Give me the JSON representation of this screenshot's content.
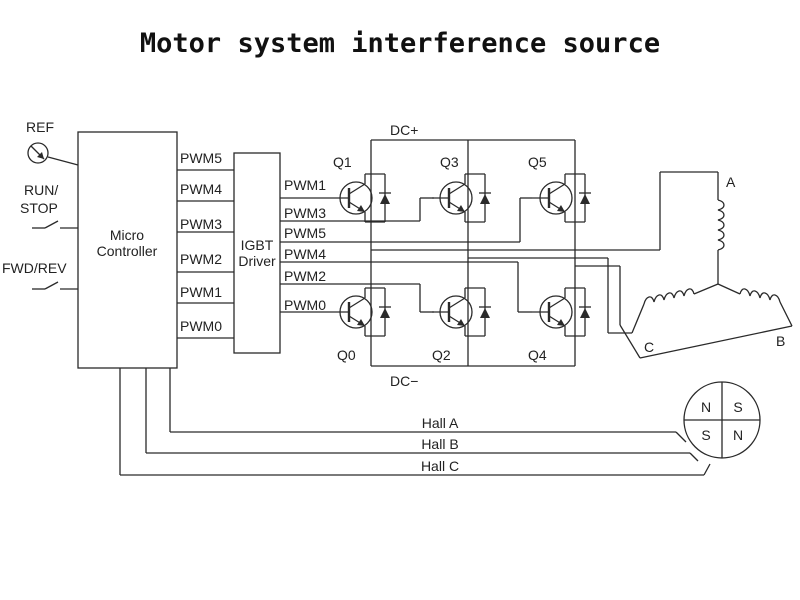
{
  "title": "Motor system interference source",
  "inputs": {
    "ref": "REF",
    "run_stop_1": "RUN/",
    "run_stop_2": "STOP",
    "fwd_rev": "FWD/REV"
  },
  "controller": {
    "line1": "Micro",
    "line2": "Controller",
    "outputs": [
      "PWM5",
      "PWM4",
      "PWM3",
      "PWM2",
      "PWM1",
      "PWM0"
    ]
  },
  "driver": {
    "line1": "IGBT",
    "line2": "Driver",
    "outputs": [
      "PWM1",
      "PWM3",
      "PWM5",
      "PWM4",
      "PWM2",
      "PWM0"
    ]
  },
  "bridge": {
    "dc_plus": "DC+",
    "dc_minus": "DC−",
    "transistors": [
      "Q1",
      "Q3",
      "Q5",
      "Q0",
      "Q2",
      "Q4"
    ]
  },
  "motor": {
    "phase_a": "A",
    "phase_b": "B",
    "phase_c": "C"
  },
  "hall": {
    "lines": [
      "Hall A",
      "Hall B",
      "Hall C"
    ],
    "poles": [
      "N",
      "S",
      "S",
      "N"
    ]
  }
}
